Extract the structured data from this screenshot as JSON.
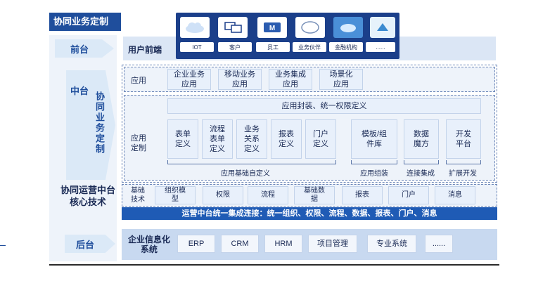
{
  "title": "协同业务定制",
  "left_labels": {
    "front": "前台",
    "middle": "中台",
    "middle_sub": "协同业务定制",
    "core": "协同运营中台核心技术",
    "back": "后台"
  },
  "front": {
    "label": "用户前端",
    "channels": [
      "IOT",
      "客户",
      "员工",
      "业务伙伴",
      "金融机构",
      "......"
    ]
  },
  "apps": {
    "label": "应用",
    "items": [
      "企业业务应用",
      "移动业务应用",
      "业务集成应用",
      "场景化应用"
    ]
  },
  "custom": {
    "label": "应用定制",
    "banner": "应用封装、统一权限定义",
    "base_items": [
      "表单定义",
      "流程表单定义",
      "业务关系定义",
      "报表定义",
      "门户定义"
    ],
    "base_caption": "应用基础自定义",
    "group_items": [
      {
        "name": "模板/组件库",
        "caption": "应用组装"
      },
      {
        "name": "数据魔方",
        "caption": "连接集成"
      },
      {
        "name": "开发平台",
        "caption": "扩展开发"
      }
    ]
  },
  "tech": {
    "label": "基础技术",
    "items": [
      "组织模型",
      "权限",
      "流程",
      "基础数据",
      "报表",
      "门户",
      "消息"
    ],
    "bar": "运营中台统一集成连接：统一组织、权限、流程、数据、报表、门户、消息"
  },
  "back": {
    "label": "企业信息化系统",
    "systems": [
      "ERP",
      "CRM",
      "HRM",
      "项目管理",
      "专业系统",
      "......"
    ]
  }
}
